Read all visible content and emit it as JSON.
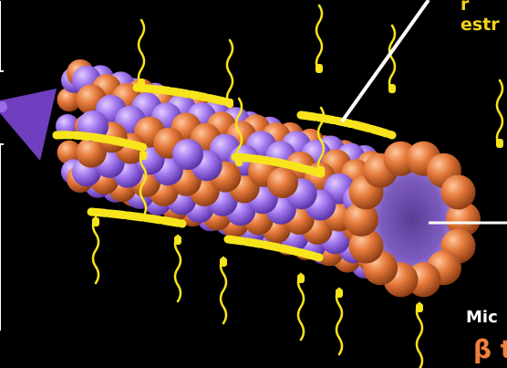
{
  "labels": {
    "top_label": "estr",
    "top_label_partial": "r",
    "microtubule_label": "Mic",
    "beta_label": "β t"
  },
  "colors": {
    "background": "#000000",
    "alpha_tubulin": "#a57bf0",
    "beta_tubulin": "#e67a3c",
    "map_protein": "#f7e41c",
    "wedge": "#6f3fbf",
    "label_yellow": "#f2d21a",
    "label_orange": "#f07f3c"
  }
}
